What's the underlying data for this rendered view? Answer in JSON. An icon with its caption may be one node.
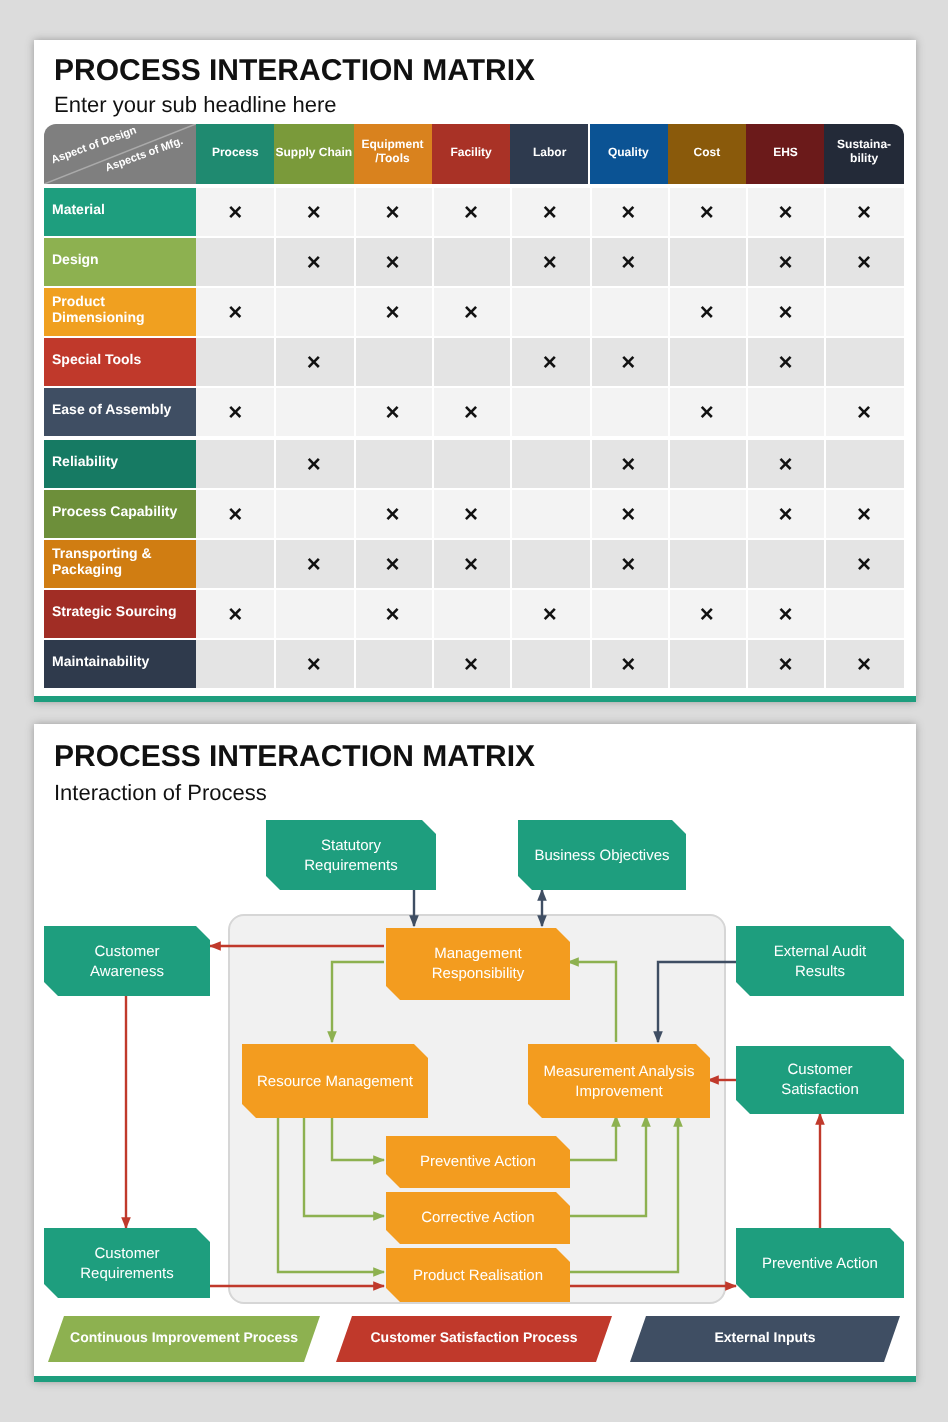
{
  "diagram": {
    "title": "PROCESS INTERACTION MATRIX",
    "nodes": [
      {
        "text": [
          "Statutory Requirements"
        ]
      },
      {
        "text": [
          "Business Objectives"
        ]
      },
      {
        "text": [
          "Customer Awareness"
        ]
      },
      {
        "text": [],
        "shape": "box"
      },
      {
        "text": [
          "Management Responsibility"
        ],
        "in": 3
      },
      {
        "text": [
          "External Audit Results"
        ]
      },
      {
        "text": [
          "Resource Management"
        ],
        "in": 3
      },
      {
        "text": [
          "Measurement Analysis Improvement"
        ],
        "in": 3
      },
      {
        "text": [
          "Customer Satisfaction"
        ]
      },
      {
        "text": [
          "Preventive Action"
        ],
        "in": 3
      },
      {
        "text": [
          "Corrective Action"
        ],
        "in": 3
      },
      {
        "text": [
          "Customer Requirements"
        ]
      },
      {
        "text": [
          "Product Realisation"
        ],
        "in": 3
      },
      {
        "text": [
          "Preventive Action"
        ]
      }
    ],
    "edges": [
      {
        "from": 0,
        "to": 4,
        "arrow": "to",
        "color": "#3f4e63"
      },
      {
        "from": 4,
        "to": 1,
        "arrow": "both",
        "color": "#3f4e63"
      },
      {
        "from": 4,
        "to": 2,
        "arrow": "to",
        "color": "#c0392b"
      },
      {
        "from": 2,
        "to": 11,
        "arrow": "to",
        "color": "#c0392b"
      },
      {
        "from": 5,
        "to": 7,
        "arrow": "to",
        "color": "#3f4e63"
      },
      {
        "from": 4,
        "to": 6,
        "arrow": "to"
      },
      {
        "from": 7,
        "to": 4,
        "arrow": "to"
      },
      {
        "from": 8,
        "to": 7,
        "arrow": "to",
        "color": "#c0392b"
      },
      {
        "from": 6,
        "to": 9,
        "arrow": "to"
      },
      {
        "from": 6,
        "to": 10,
        "arrow": "to"
      },
      {
        "from": 6,
        "to": 12,
        "arrow": "to"
      },
      {
        "from": 9,
        "to": 7,
        "arrow": "to"
      },
      {
        "from": 10,
        "to": 7,
        "arrow": "to"
      },
      {
        "from": 12,
        "to": 7,
        "arrow": "to"
      },
      {
        "from": 11,
        "to": 12,
        "arrow": "to",
        "color": "#c0392b"
      },
      {
        "from": 12,
        "to": 13,
        "arrow": "to",
        "color": "#c0392b"
      },
      {
        "from": 13,
        "to": 8,
        "arrow": "to",
        "color": "#c0392b"
      }
    ],
    "labels": [
      "Enter your sub headline here",
      "Aspect of Design",
      "Aspects of Mfg.",
      "Process",
      "Supply Chain",
      "Equipment /Tools",
      "Facility",
      "Labor",
      "Quality",
      "Cost",
      "EHS",
      "Sustaina- bility",
      "Material",
      "×",
      "×",
      "×",
      "×",
      "×",
      "×",
      "×",
      "×",
      "×",
      "Design",
      "×",
      "×",
      "×",
      "×",
      "×",
      "×",
      "Product Dimensioning",
      "×",
      "×",
      "×",
      "×",
      "×",
      "Special Tools",
      "×",
      "×",
      "×",
      "×",
      "Ease of Assembly",
      "×",
      "×",
      "×",
      "×",
      "×",
      "Reliability",
      "×",
      "×",
      "×",
      "Process Capability",
      "×",
      "×",
      "×",
      "×",
      "×",
      "×",
      "Transporting & Packaging",
      "×",
      "×",
      "×",
      "×",
      "×",
      "Strategic Sourcing",
      "×",
      "×",
      "×",
      "×",
      "×",
      "Maintainability",
      "×",
      "×",
      "×",
      "×",
      "×",
      "PROCESS INTERACTION MATRIX",
      "Interaction of Process"
    ],
    "legend": [
      {
        "text": "Continuous Improvement Process",
        "color": "#8db150"
      },
      {
        "text": "Customer Satisfaction Process",
        "color": "#c0392b"
      },
      {
        "text": "External Inputs",
        "color": "#3f4e63"
      }
    ]
  }
}
